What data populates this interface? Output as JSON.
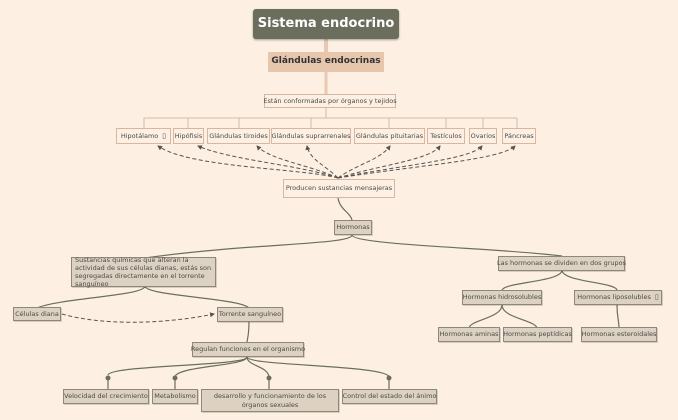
{
  "root": "Sistema endocrino",
  "subtitle": "Glándulas endocrinas",
  "composition": "Están conformadas por órganos y tejidos",
  "glands": [
    "Hipotálamo",
    "Hipófisis",
    "Glándulas tiroides",
    "Glándulas suprarrenales",
    "Glándulas pituitarias",
    "Testículos",
    "Ovarios",
    "Páncreas"
  ],
  "note_icon": "note-icon",
  "producen": "Producen sustancias mensajeras",
  "hormonas": "Hormonas",
  "definition": "Sustancias químicas que alteran la actividad de sus células dianas, estás son segregadas directamente en el torrente sanguíneo",
  "celulas_diana": "Células diana",
  "torrente": "Torrente sanguíneo",
  "regulan": "Regulan funciones en el organismo",
  "functions": [
    "Velocidad del crecimiento",
    "Metabolismo",
    "desarrollo y funcionamiento de los órganos sexuales",
    "Control del estado del ánimo"
  ],
  "groups": "Las hormonas se dividen en dos grupos",
  "hidrosolubles": "Hormonas hidrosolubles",
  "liposolubles": "Hormonas liposolubles",
  "aminas": "Hormonas aminas",
  "peptidicas": "Hormonas peptídicas",
  "esteroidales": "Hormonas esteroidales",
  "colors": {
    "root": "#6b6e5c",
    "subtitle": "#e6c7ae",
    "connector": "#6b6e5c",
    "background": "#fdf0e2"
  }
}
